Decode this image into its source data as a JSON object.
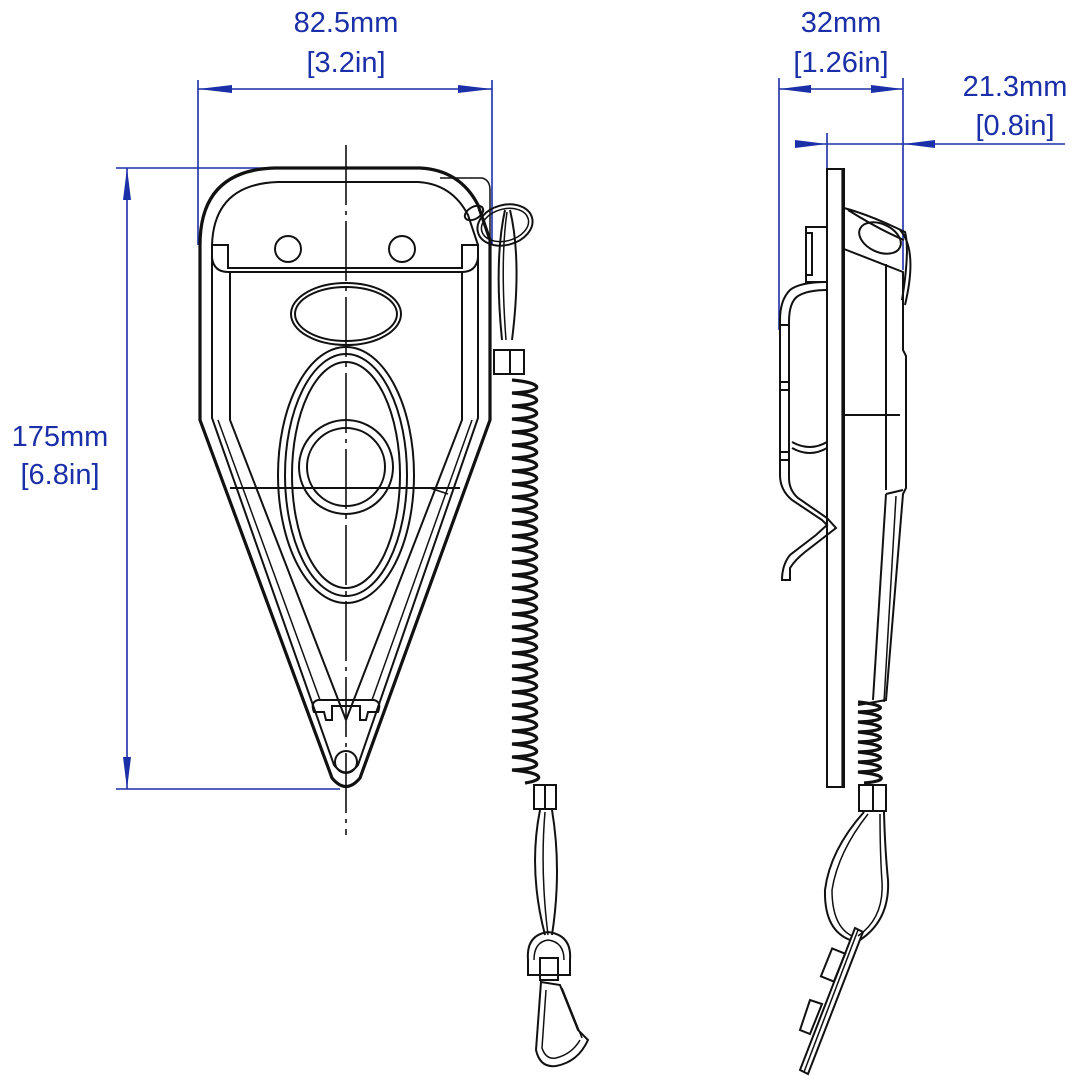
{
  "drawing": {
    "title": "Dimensioned technical drawing — front and side views with coiled lanyard",
    "line_color": "#111111",
    "dimension_color": "#1a2fa8",
    "background": "#ffffff"
  },
  "front_view": {
    "width_dimension": {
      "mm": "82.5mm",
      "in": "[3.2in]"
    },
    "height_dimension": {
      "mm": "175mm",
      "in": "[6.8in]"
    },
    "features": [
      "two-mounting-holes",
      "oval-logo-recess",
      "elongated-oval-button",
      "central-round-button",
      "tapered-tip-with-hole",
      "coiled-lanyard",
      "swivel-snap-hook"
    ]
  },
  "side_view": {
    "overall_depth_dimension": {
      "mm": "32mm",
      "in": "[1.26in]"
    },
    "body_depth_dimension": {
      "mm": "21.3mm",
      "in": "[0.8in]"
    },
    "features": [
      "belt-clip",
      "split-ring",
      "coiled-lanyard",
      "snap-hook"
    ]
  }
}
